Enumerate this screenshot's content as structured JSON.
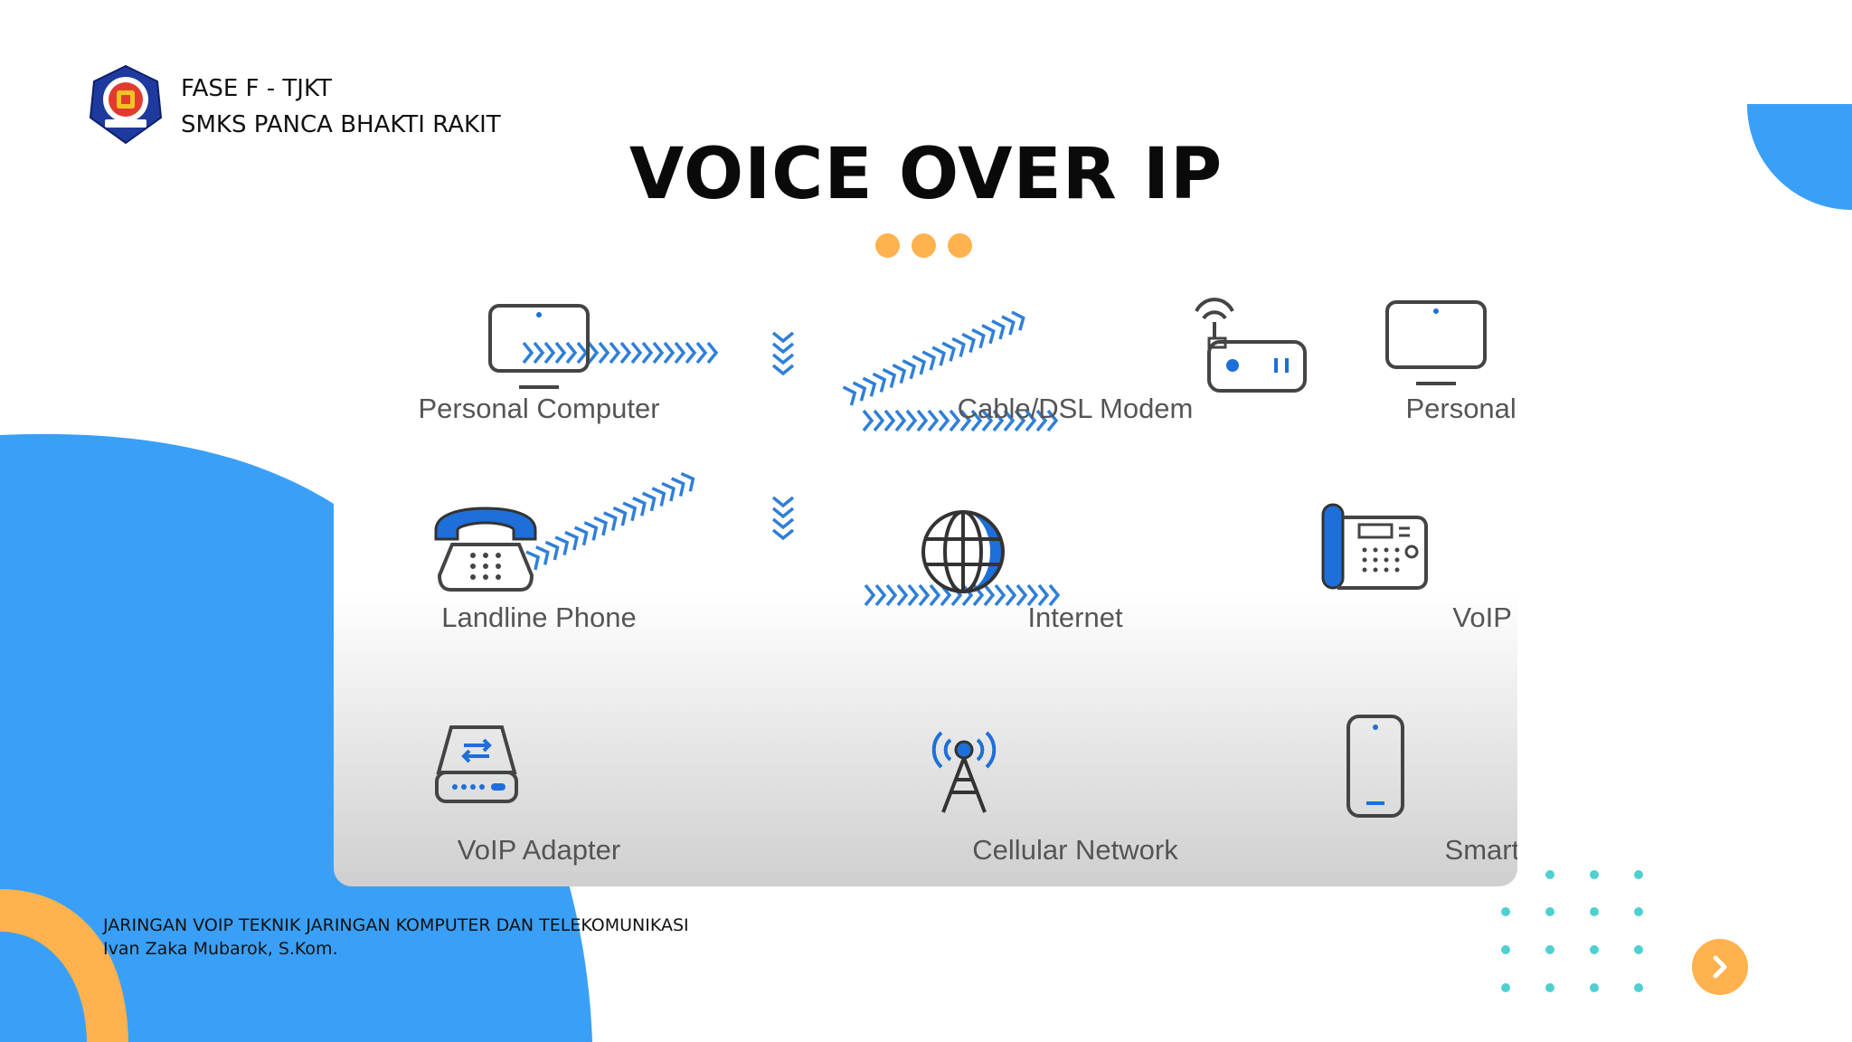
{
  "header": {
    "line1": "FASE F - TJKT",
    "line2": "SMKS PANCA BHAKTI RAKIT"
  },
  "title": "VOICE OVER IP",
  "diagram": {
    "nodes": [
      {
        "id": "pc-left",
        "label": "Personal Computer",
        "icon": "monitor-icon"
      },
      {
        "id": "modem",
        "label": "Cable/DSL Modem",
        "icon": "router-icon"
      },
      {
        "id": "pc-right",
        "label": "Personal Computer",
        "icon": "monitor-icon"
      },
      {
        "id": "landline",
        "label": "Landline Phone",
        "icon": "telephone-icon"
      },
      {
        "id": "internet",
        "label": "Internet",
        "icon": "globe-icon"
      },
      {
        "id": "voip-phone",
        "label": "VoIP Phone",
        "icon": "desk-phone-icon"
      },
      {
        "id": "voip-adapter",
        "label": "VoIP Adapter",
        "icon": "adapter-icon"
      },
      {
        "id": "cellular",
        "label": "Cellular Network",
        "icon": "antenna-tower-icon"
      },
      {
        "id": "smartphone",
        "label": "Smart Phone",
        "icon": "smartphone-icon"
      }
    ],
    "edges": [
      {
        "from": "pc-left",
        "to": "modem"
      },
      {
        "from": "modem",
        "to": "internet"
      },
      {
        "from": "internet",
        "to": "pc-right"
      },
      {
        "from": "internet",
        "to": "voip-phone"
      },
      {
        "from": "voip-adapter",
        "to": "internet"
      },
      {
        "from": "internet",
        "to": "cellular"
      },
      {
        "from": "cellular",
        "to": "smartphone"
      }
    ]
  },
  "footer": {
    "line1": "JARINGAN VOIP TEKNIK JARINGAN KOMPUTER DAN TELEKOMUNIKASI",
    "line2": "Ivan Zaka Mubarok, S.Kom."
  },
  "colors": {
    "accent_blue": "#3aa0f7",
    "accent_orange": "#ffb24d",
    "icon_blue": "#1e6fd9",
    "arrow_blue": "#2f7fd8",
    "teal_dots": "#4fd0d0"
  },
  "nav": {
    "next_icon": "chevron-right-icon"
  }
}
